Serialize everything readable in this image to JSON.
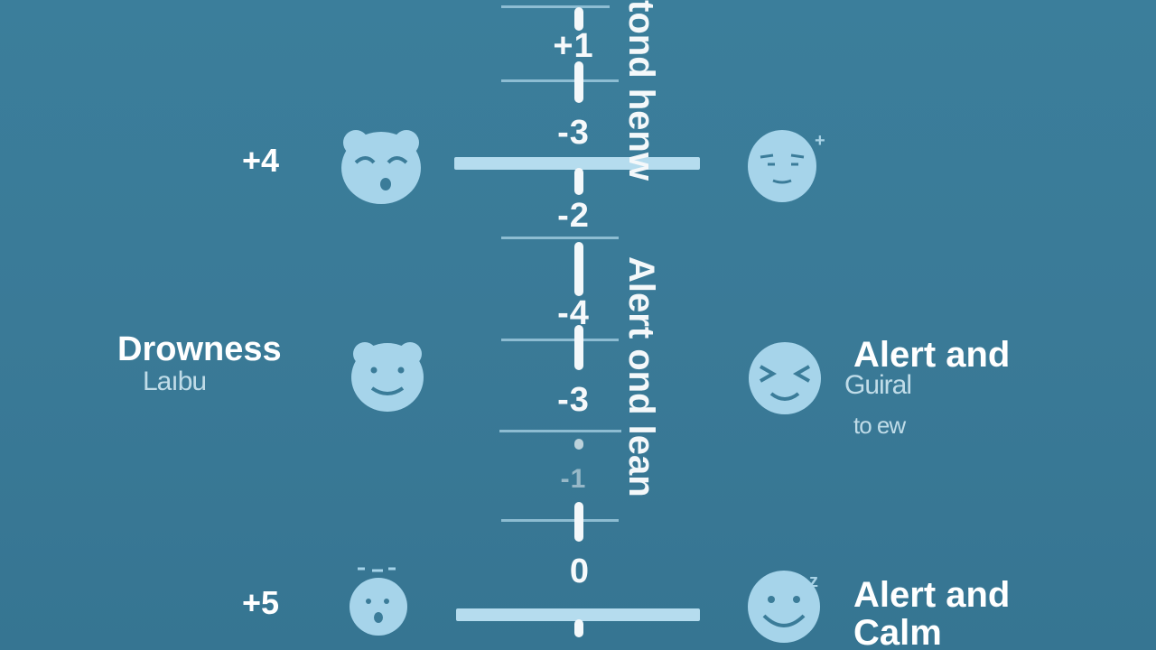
{
  "center_scale": {
    "ticks": [
      "+1",
      "-3",
      "-2",
      "-4",
      "-3",
      "-1",
      "0"
    ],
    "vertical_text_top": "tond henw",
    "vertical_text_bottom": "Alert ond lean"
  },
  "left": {
    "numbers": [
      "+4",
      "+5"
    ],
    "label": "Drowness",
    "label_sub": "Laıbu"
  },
  "right": {
    "label1": "Alert and",
    "label1_sub": "Guiral",
    "label1_sub2": "to ew",
    "label2_line1": "Alert and",
    "label2_line2": "Calm",
    "spark1": "+",
    "spark2": "z"
  },
  "faces": {
    "left_top": "sleepy-face-icon",
    "left_mid": "smiling-face-icon",
    "left_bottom": "sleeping-face-icon",
    "right_top": "neutral-face-icon",
    "right_mid": "squinting-face-icon",
    "right_bottom": "happy-face-icon"
  },
  "colors": {
    "background": "#3b7c99",
    "face": "#a6d4ea",
    "axis": "#f4f8fa",
    "text": "#ffffff"
  }
}
